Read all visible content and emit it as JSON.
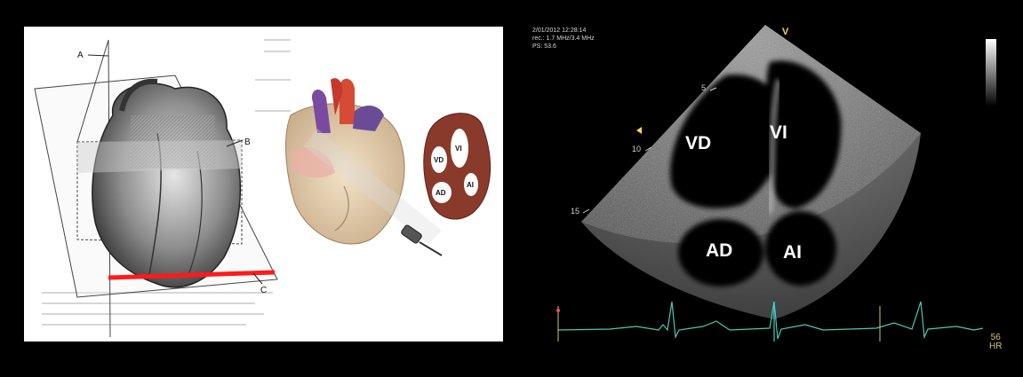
{
  "left_panel": {
    "plane_labels": [
      "A",
      "B",
      "C"
    ],
    "chamber_labels": [
      "VD",
      "VI",
      "AD",
      "AI"
    ]
  },
  "echo": {
    "meta": [
      "2/01/2012 12:28:14",
      "rec.: 1.7 MHz/3.4 MHz",
      "PS: 53.6"
    ],
    "depth_marks": [
      "5",
      "10",
      "15"
    ],
    "probe_marker": "V",
    "chamber_labels": {
      "vd": "VD",
      "vi": "VI",
      "ad": "AD",
      "ai": "AI"
    },
    "heart_rate": "56",
    "heart_rate_unit": "HR",
    "colors": {
      "background": "#000000",
      "ecg_trace": "#4ec9b0",
      "marker": "#ffd84a"
    }
  }
}
